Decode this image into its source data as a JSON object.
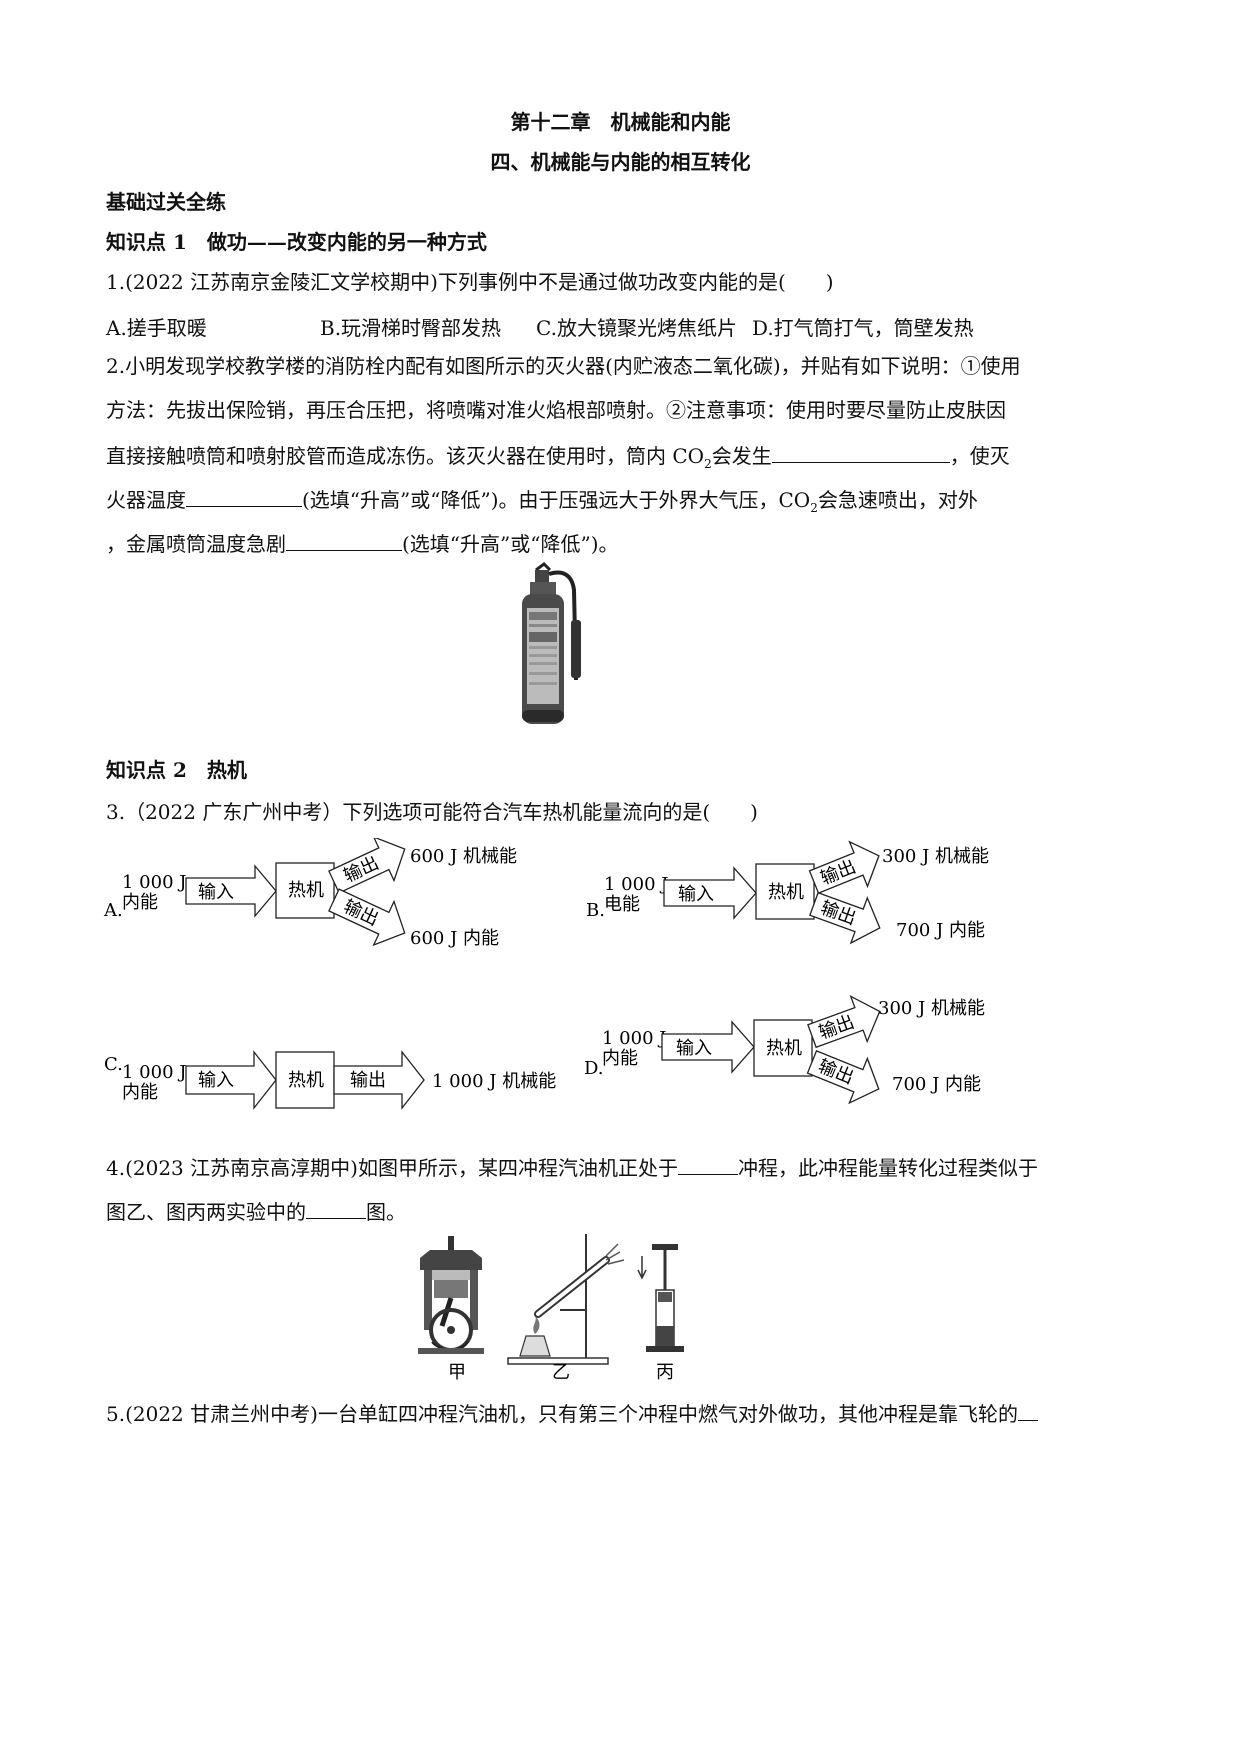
{
  "header": {
    "chapter": "第十二章　机械能和内能",
    "section": "四、机械能与内能的相互转化"
  },
  "practice_title": "基础过关全练",
  "kp1": "知识点 1　做功——改变内能的另一种方式",
  "q1": {
    "stem": "1.(2022 江苏南京金陵汇文学校期中)下列事例中不是通过做功改变内能的是(　　)",
    "options": [
      "A.搓手取暖",
      "B.玩滑梯时臀部发热",
      "C.放大镜聚光烤焦纸片",
      "D.打气筒打气，筒壁发热"
    ]
  },
  "q2": {
    "line1": "2.小明发现学校教学楼的消防栓内配有如图所示的灭火器(内贮液态二氧化碳)，并贴有如下说明：①使用",
    "line2": "方法：先拔出保险销，再压合压把，将喷嘴对准火焰根部喷射。②注意事项：使用时要尽量防止皮肤因",
    "line3a": "直接接触喷筒和喷射胶管而造成冻伤。该灭火器在使用时，筒内 CO",
    "sub2": "2",
    "line3b": "会发生",
    "line3c": "，使灭",
    "line4a": "火器温度",
    "line4b": "(选填“升高”或“降低”)。由于压强远大于外界大气压，CO",
    "line4c": "会急速喷出，对外",
    "line5a": "，金属喷筒温度急剧",
    "line5b": "(选填“升高”或“降低”)。"
  },
  "kp2": "知识点 2　热机",
  "q3": {
    "stem": "3.（2022 广东广州中考）下列选项可能符合汽车热机能量流向的是(　　)",
    "A": {
      "letter": "A.",
      "input_amount": "1 000 J",
      "input_type": "内能",
      "input": "输入",
      "engine": "热机",
      "output": "输出",
      "out1": "600 J 机械能",
      "out2": "600 J 内能"
    },
    "B": {
      "letter": "B.",
      "input_amount": "1 000 J",
      "input_type": "电能",
      "input": "输入",
      "engine": "热机",
      "output": "输出",
      "out1": "300 J 机械能",
      "out2": "700 J 内能"
    },
    "C": {
      "letter": "C.",
      "input_amount": "1 000 J",
      "input_type": "内能",
      "input": "输入",
      "engine": "热机",
      "output": "输出",
      "out1": "1 000 J 机械能"
    },
    "D": {
      "letter": "D.",
      "input_amount": "1 000 J",
      "input_type": "内能",
      "input": "输入",
      "engine": "热机",
      "output": "输出",
      "out1": "300 J 机械能",
      "out2": "700 J 内能"
    }
  },
  "q4": {
    "line1a": "4.(2023 江苏南京高淳期中)如图甲所示，某四冲程汽油机正处于",
    "line1b": "冲程，此冲程能量转化过程类似于",
    "line2a": "图乙、图丙两实验中的",
    "line2b": "图。",
    "fig_labels": [
      "甲",
      "乙",
      "丙"
    ]
  },
  "q5": {
    "line1": "5.(2022 甘肃兰州中考)一台单缸四冲程汽油机，只有第三个冲程中燃气对外做功，其他冲程是靠飞轮的"
  }
}
